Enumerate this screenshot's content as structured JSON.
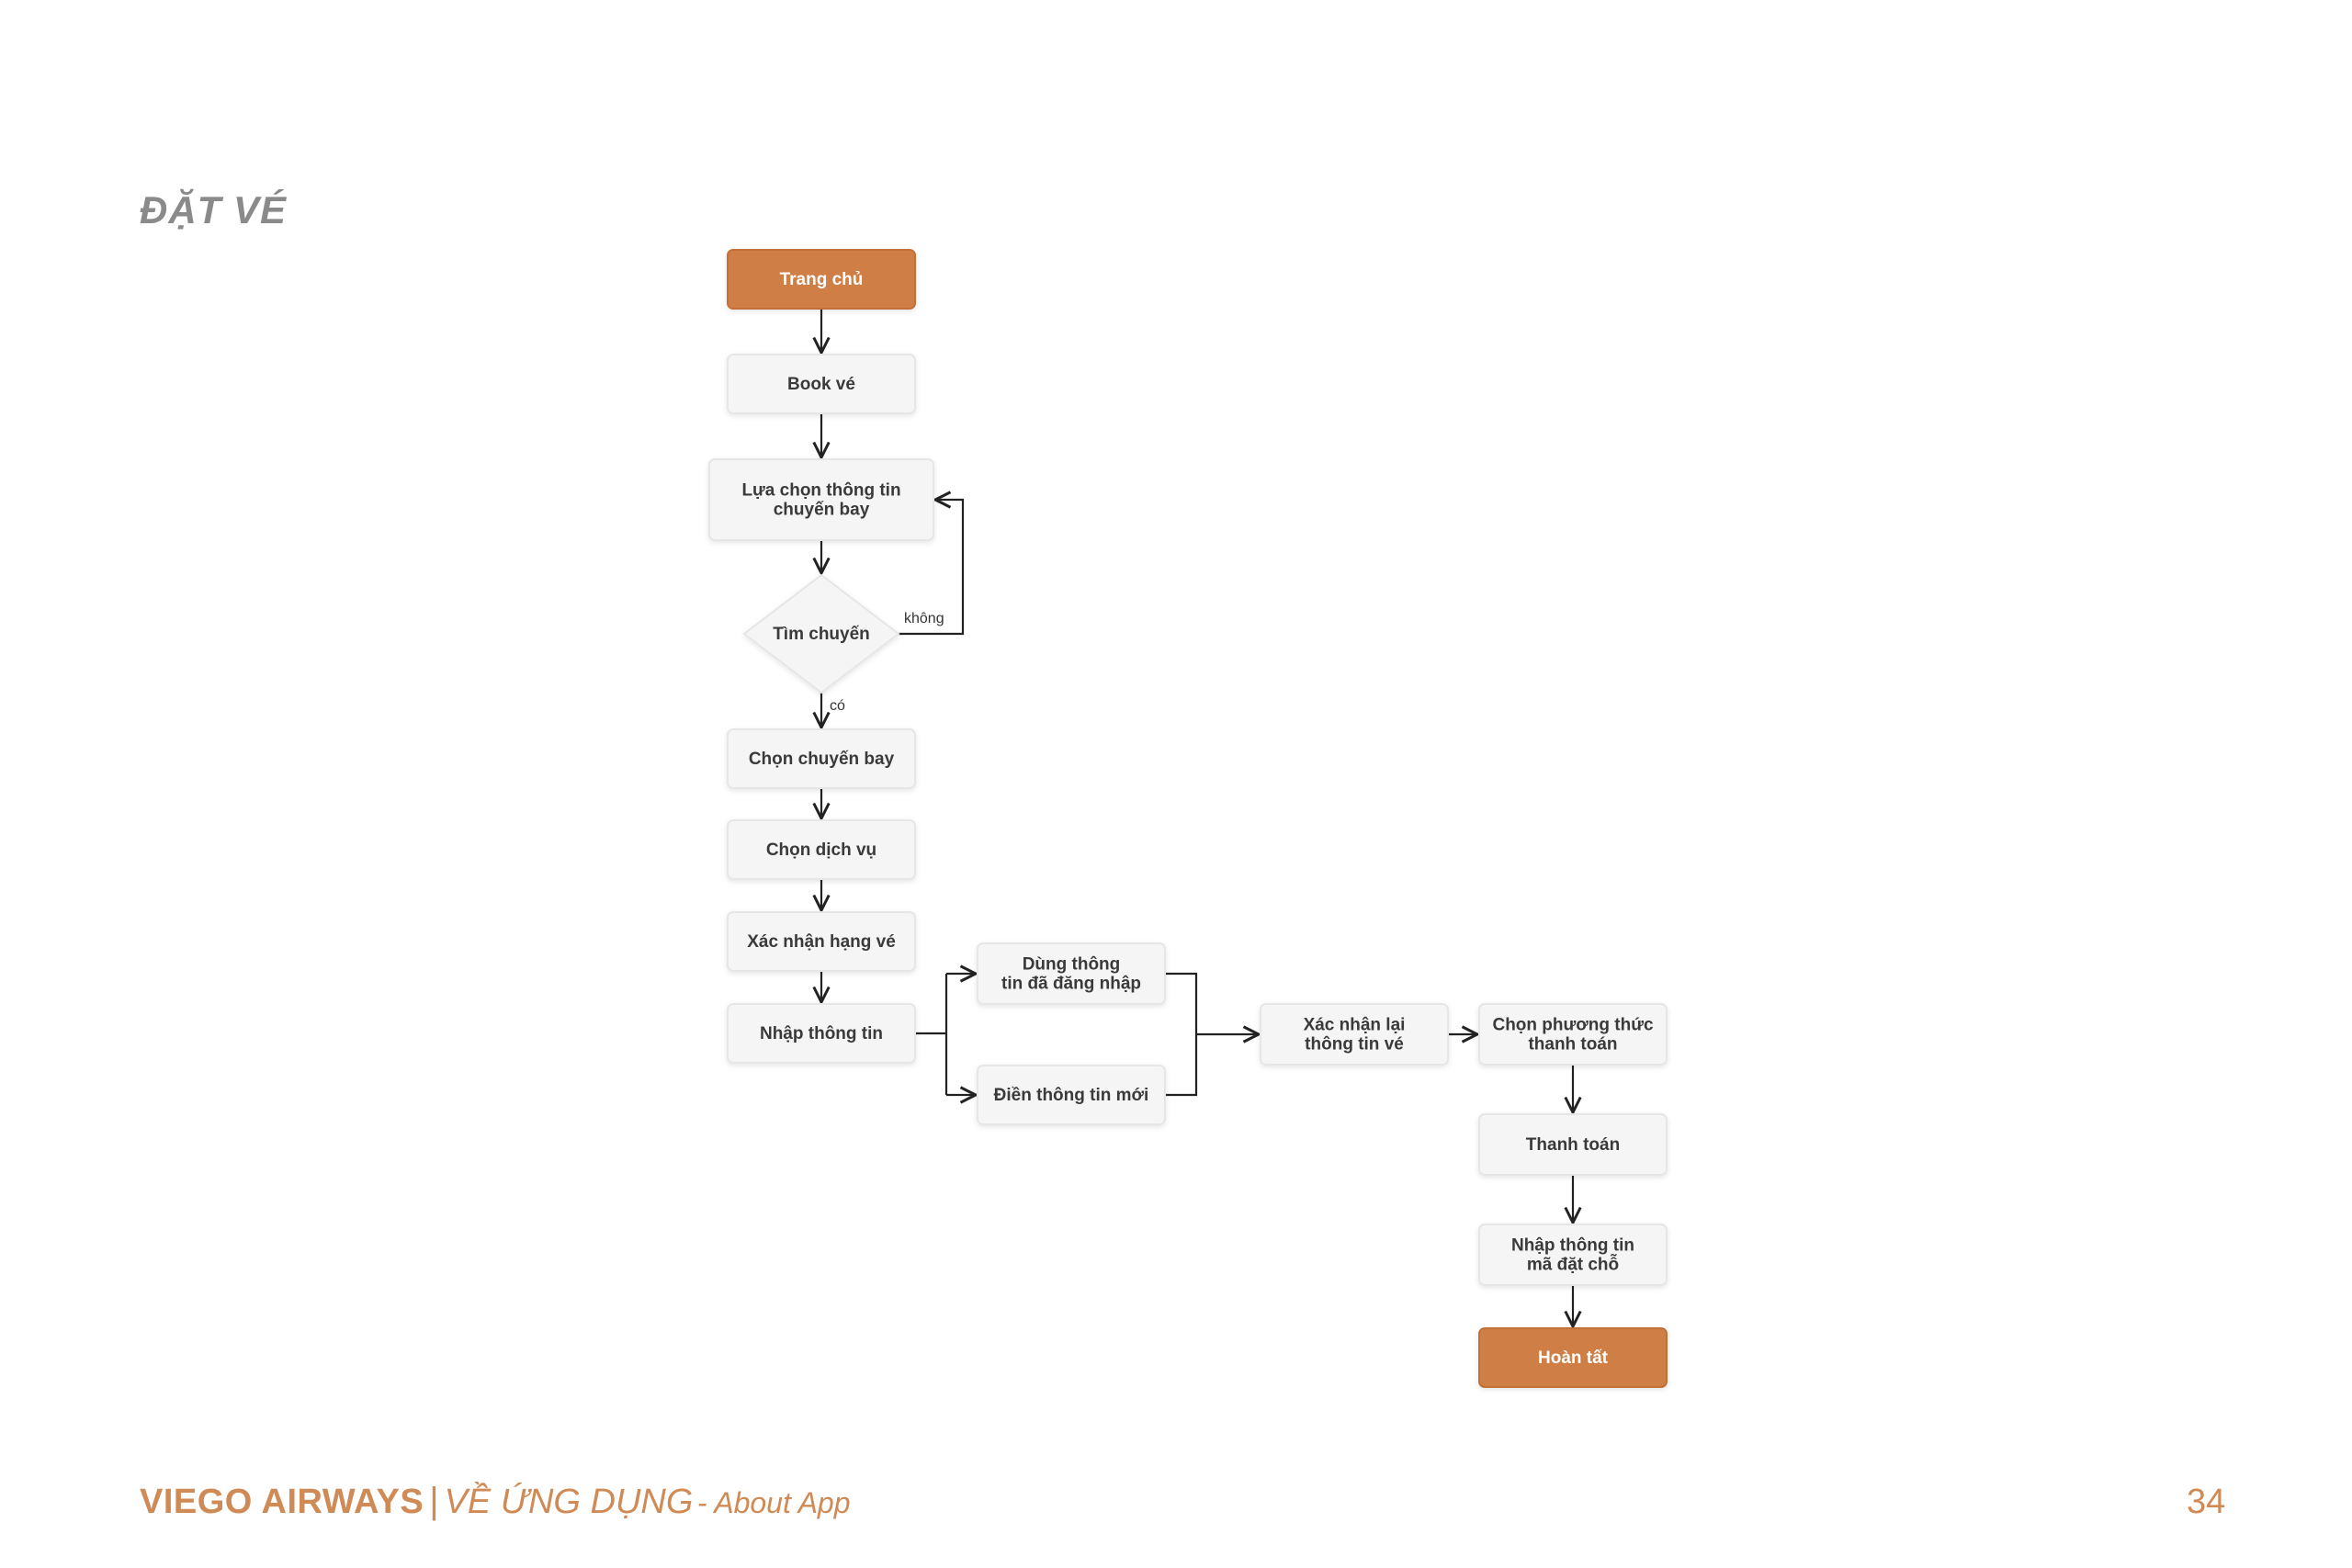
{
  "page": {
    "title": "ĐẶT VÉ",
    "brand": "VIEGO AIRWAYS",
    "divider": "|",
    "subtitle": "VỀ ỨNG DỤNG",
    "subtitle_en": "- About App",
    "page_number": "34"
  },
  "colors": {
    "accent": "#cf7f45",
    "box": "#f5f5f5",
    "title_gray": "#8a8a8a",
    "footer_orange": "#cf8a55"
  },
  "nodes": {
    "trang_chu": [
      "Trang chủ"
    ],
    "book_ve": [
      "Book vé"
    ],
    "lua_chon": [
      "Lựa chọn thông tin",
      "chuyến bay"
    ],
    "tim_chuyen": [
      "Tìm chuyến"
    ],
    "chon_chuyen_bay": [
      "Chọn chuyến bay"
    ],
    "chon_dich_vu": [
      "Chọn dịch vụ"
    ],
    "xac_nhan_hang_ve": [
      "Xác nhận hạng vé"
    ],
    "nhap_thong_tin": [
      "Nhập thông tin"
    ],
    "dung_thong_tin": [
      "Dùng thông",
      "tin đã đăng nhập"
    ],
    "dien_thong_tin": [
      "Điền thông tin mới"
    ],
    "xac_nhan_lai": [
      "Xác nhận lại",
      "thông tin vé"
    ],
    "chon_phuong_thuc": [
      "Chọn phương thức",
      "thanh toán"
    ],
    "thanh_toan": [
      "Thanh toán"
    ],
    "nhap_ma_dat_cho": [
      "Nhập thông tin",
      "mã đặt chỗ"
    ],
    "hoan_tat": [
      "Hoàn tất"
    ]
  },
  "edge_labels": {
    "no": "không",
    "yes": "có"
  }
}
